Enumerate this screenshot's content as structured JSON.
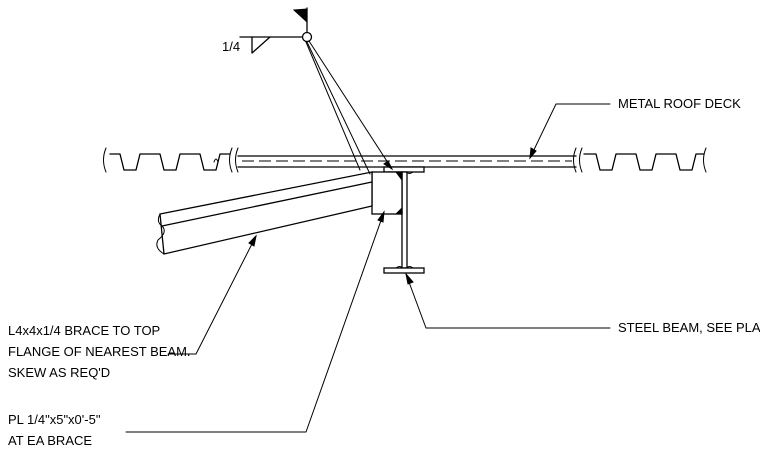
{
  "weld_symbol": {
    "size": "1/4",
    "field_weld_flag": true,
    "all_around_circle": true
  },
  "callouts": {
    "metal_deck": "METAL ROOF DECK",
    "steel_beam": "STEEL BEAM, SEE PLAN",
    "brace_line1": "L4x4x1/4 BRACE TO TOP",
    "brace_line2": "FLANGE OF NEAREST BEAM.",
    "brace_line3": "SKEW AS REQ'D",
    "plate_line1": "PL 1/4\"x5\"x0'-5\"",
    "plate_line2": "AT EA BRACE"
  },
  "colors": {
    "linework": "#000000",
    "background": "#ffffff"
  }
}
